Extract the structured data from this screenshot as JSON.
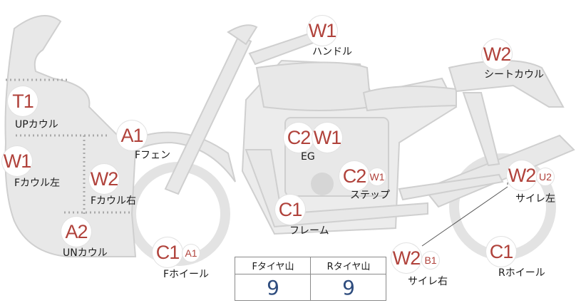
{
  "colors": {
    "panel_fill": "#e8e8e8",
    "panel_stroke": "#cfcfcf",
    "badge_text": "#b0423b",
    "value_text": "#2e4c7e",
    "separator_dots": "#a9a9a9"
  },
  "parts": {
    "handle": {
      "code": "W1",
      "label": "ハンドル"
    },
    "seat_cowl": {
      "code": "W2",
      "label": "シートカウル"
    },
    "up_cowl": {
      "code": "T1",
      "label": "UPカウル"
    },
    "f_fender": {
      "code": "A1",
      "label": "Fフェン"
    },
    "engine": {
      "code1": "C2",
      "code2": "W1",
      "label": "EG"
    },
    "f_cowl_left": {
      "code": "W1",
      "label": "Fカウル左"
    },
    "f_cowl_right": {
      "code": "W2",
      "label": "Fカウル右"
    },
    "step": {
      "code": "C2",
      "sub": "W1",
      "label": "ステップ"
    },
    "frame": {
      "code": "C1",
      "label": "フレーム"
    },
    "sailer_left": {
      "code": "W2",
      "sub": "U2",
      "label": "サイレ左"
    },
    "un_cowl": {
      "code": "A2",
      "label": "UNカウル"
    },
    "f_wheel": {
      "code": "C1",
      "sub": "A1",
      "label": "Fホイール"
    },
    "sailer_right": {
      "code": "W2",
      "sub": "B1",
      "label": "サイレ右"
    },
    "r_wheel": {
      "code": "C1",
      "label": "Rホイール"
    }
  },
  "tread": {
    "front_label": "Fタイヤ山",
    "rear_label": "Rタイヤ山",
    "front_value": "9",
    "rear_value": "9"
  }
}
